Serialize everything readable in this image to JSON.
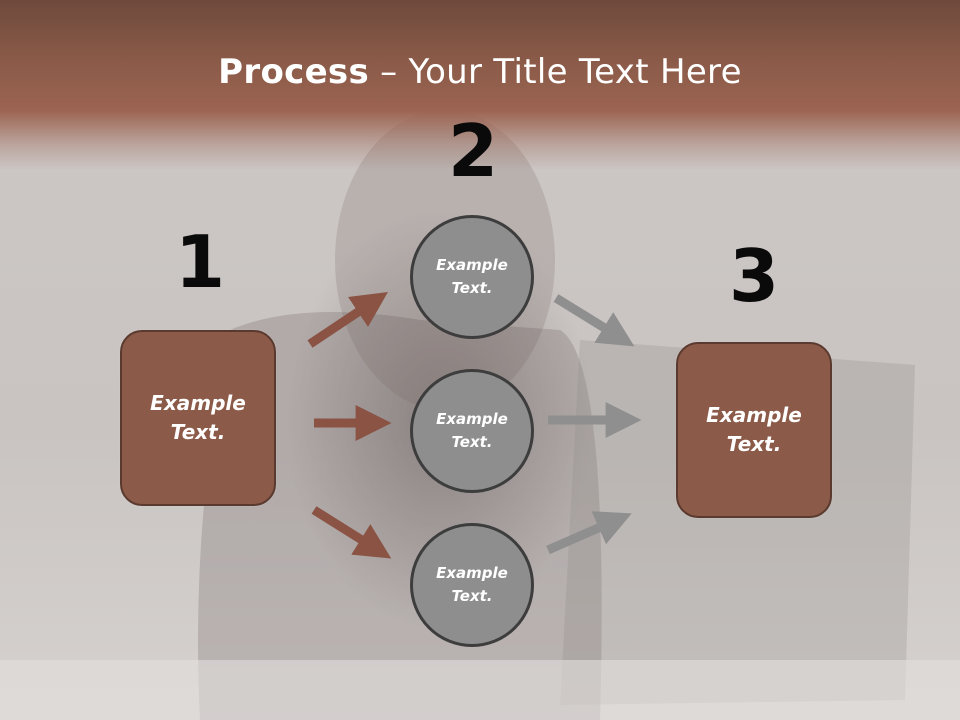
{
  "title": {
    "bold": "Process",
    "rest": " – Your Title Text Here"
  },
  "steps": [
    {
      "number": "1",
      "label": "Example\nText."
    },
    {
      "number": "2"
    },
    {
      "number": "3",
      "label": "Example\nText."
    }
  ],
  "circles": [
    {
      "label": "Example\nText."
    },
    {
      "label": "Example\nText."
    },
    {
      "label": "Example\nText."
    }
  ],
  "colors": {
    "header": "#8a5a48",
    "box_fill": "#8b5a48",
    "box_border": "#5a3a2e",
    "circle_fill": "#8e8e8e",
    "circle_border": "#3d3d3d",
    "arrow_left": "#8a5344",
    "arrow_right": "#8f8f8f"
  }
}
